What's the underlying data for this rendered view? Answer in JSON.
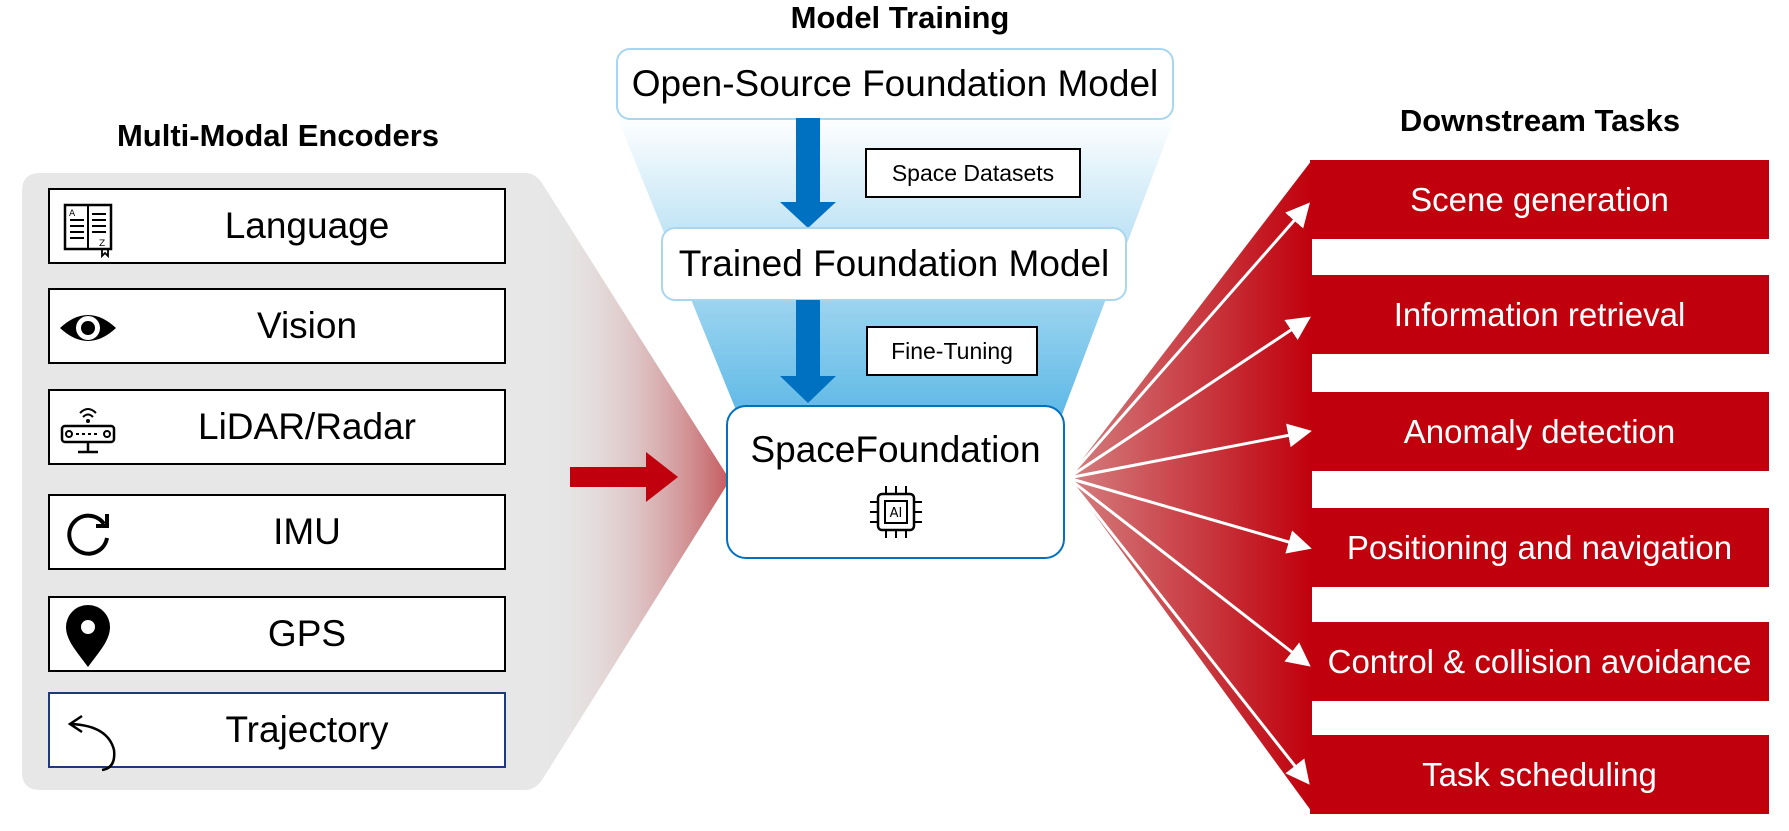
{
  "titles": {
    "model_training": "Model Training",
    "encoders": "Multi-Modal Encoders",
    "downstream": "Downstream Tasks"
  },
  "encoders": [
    {
      "label": "Language",
      "icon": "book-icon"
    },
    {
      "label": "Vision",
      "icon": "eye-icon"
    },
    {
      "label": "LiDAR/Radar",
      "icon": "radar-device-icon"
    },
    {
      "label": "IMU",
      "icon": "rotate-arrow-icon"
    },
    {
      "label": "GPS",
      "icon": "map-pin-icon"
    },
    {
      "label": "Trajectory",
      "icon": "curved-arrow-icon"
    }
  ],
  "models": {
    "open_source": "Open-Source Foundation Model",
    "trained": "Trained Foundation Model",
    "space_foundation": "SpaceFoundation",
    "chip_label": "AI"
  },
  "tags": {
    "datasets": "Space Datasets",
    "fine_tuning": "Fine-Tuning"
  },
  "tasks": [
    "Scene generation",
    "Information retrieval",
    "Anomaly detection",
    "Positioning and navigation",
    "Control & collision avoidance",
    "Task scheduling"
  ],
  "colors": {
    "task_red": "#c0000c",
    "flow_blue": "#0070c0",
    "funnel_blue": "#74c3ea",
    "panel_gray": "#e7e7e7",
    "box_border_blue": "#a9d6ef"
  }
}
